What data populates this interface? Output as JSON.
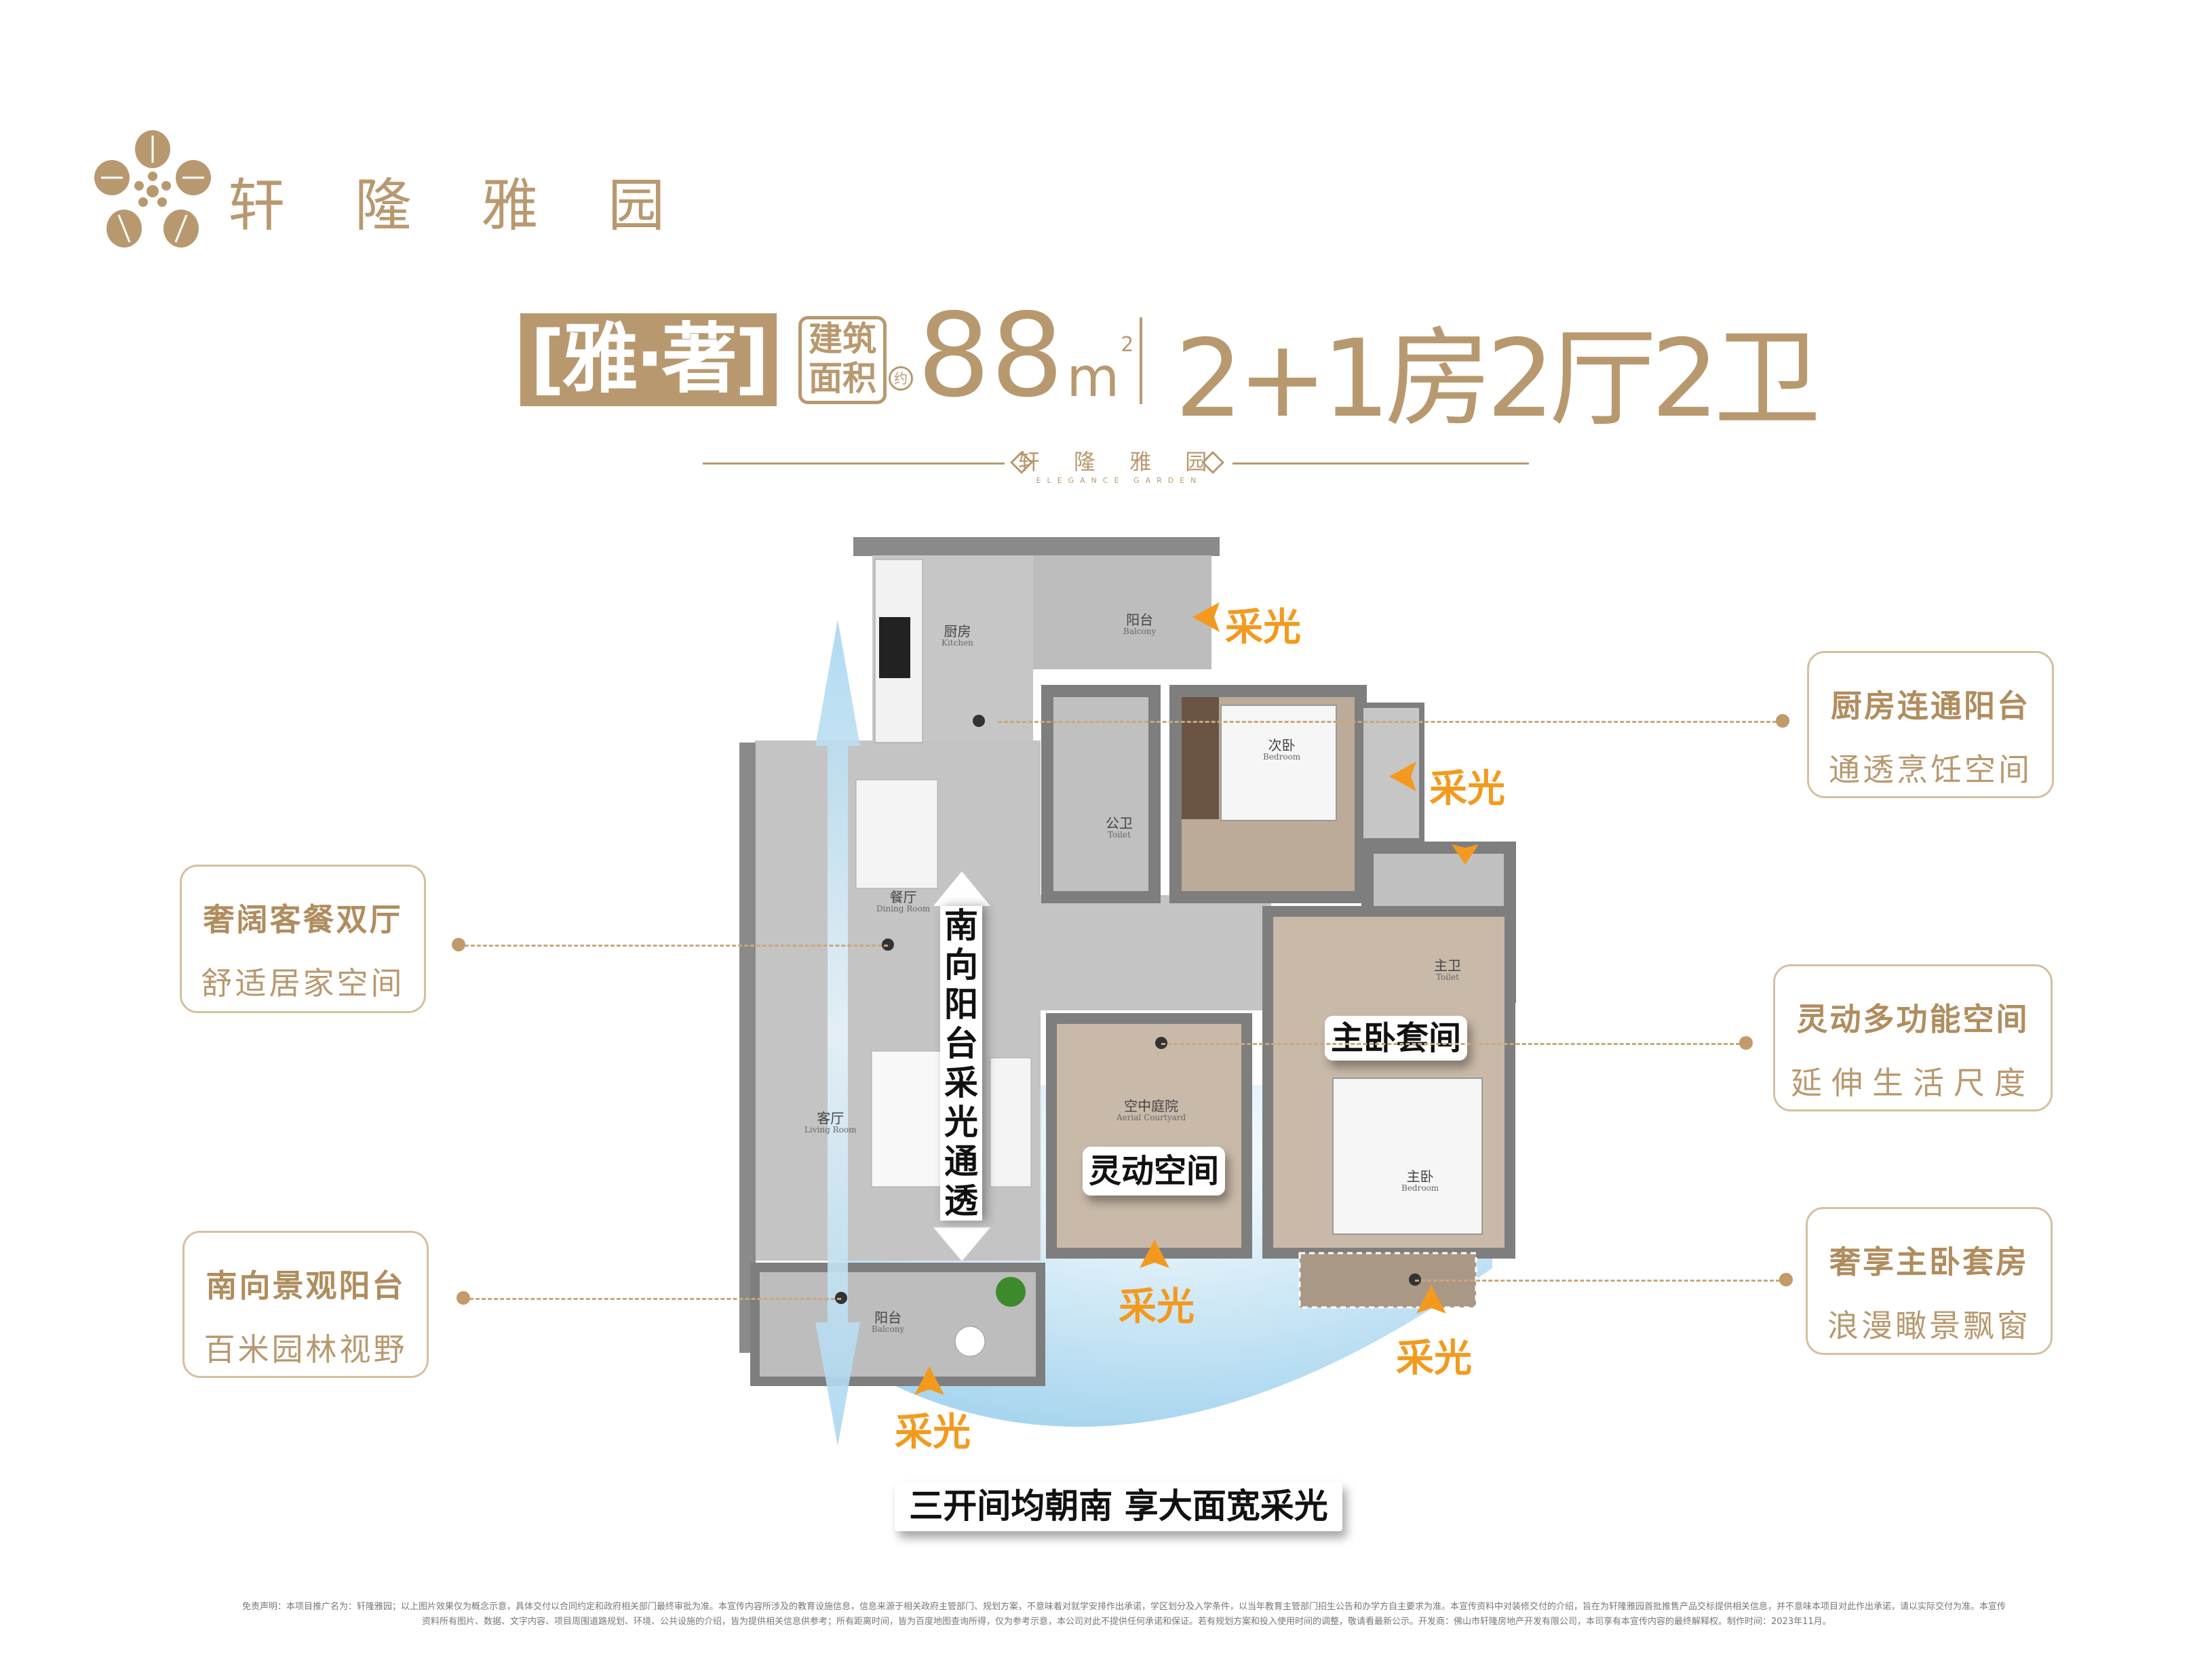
{
  "brand": {
    "name": "轩 隆 雅 园",
    "sub_name": "轩 隆 雅 园",
    "sub_name_en": "ELEGANCE GARDEN",
    "color": "#b8996f"
  },
  "headline": {
    "series": "[雅·著]",
    "area_label_1": "建筑",
    "area_label_2": "面积",
    "approx": "约",
    "area_value": "88",
    "area_unit": "m",
    "area_sup": "2",
    "layout": "2+1房2厅2卫"
  },
  "callouts": [
    {
      "title": "厨房连通阳台",
      "subtitle": "通透烹饪空间"
    },
    {
      "title": "奢阔客餐双厅",
      "subtitle": "舒适居家空间"
    },
    {
      "title": "灵动多功能空间",
      "subtitle": "延伸生活尺度"
    },
    {
      "title": "南向景观阳台",
      "subtitle": "百米园林视野"
    },
    {
      "title": "奢享主卧套房",
      "subtitle": "浪漫瞰景飘窗"
    }
  ],
  "rooms": {
    "kitchen": {
      "cn": "厨房",
      "en": "Kitchen"
    },
    "north_balcony": {
      "cn": "阳台",
      "en": "Balcony"
    },
    "second_bedroom": {
      "cn": "次卧",
      "en": "Bedroom"
    },
    "public_toilet": {
      "cn": "公卫",
      "en": "Toilet"
    },
    "master_toilet": {
      "cn": "主卫",
      "en": "Toilet"
    },
    "dining": {
      "cn": "餐厅",
      "en": "Dining Room"
    },
    "living": {
      "cn": "客厅",
      "en": "Living Room"
    },
    "courtyard": {
      "cn": "空中庭院",
      "en": "Aerial Courtyard"
    },
    "master_bedroom": {
      "cn": "主卧",
      "en": "Bedroom"
    },
    "south_balcony": {
      "cn": "阳台",
      "en": "Balcony"
    }
  },
  "annotations": {
    "light": "采光",
    "light_color": "#f39a1e",
    "master_suite": "主卧套间",
    "flex_space": "灵动空间",
    "south_light": "南向阳台采光通透",
    "caption": "三开间均朝南 享大面宽采光"
  },
  "footer": {
    "line1": "免责声明：本项目推广名为：轩隆雅园；以上图片效果仅为概念示意，具体交付以合同约定和政府相关部门最终审批为准。本宣传内容所涉及的教育设施信息，信息来源于相关政府主管部门、规划方案，不意味着对就学安排作出承诺，学区划分及入学条件，以当年教育主管部门招生公告和办学方自主要求为准。本宣传资料中对装修交付的介绍，旨在为轩隆雅园首批推售产品交标提供相关信息，并不意味本项目对此作出承诺，请以实际交付为准。本宣传",
    "line2": "资料所有图片、数据、文字内容、项目周围道路规划、环境、公共设施的介绍，皆为提供相关信息供参考；所有距离时间，皆为百度地图查询所得，仅为参考示意，本公司对此不提供任何承诺和保证。若有规划方案和投入使用时间的调整，敬请看最新公示。开发商：佛山市轩隆房地产开发有限公司，本司享有本宣传内容的最终解释权。制作时间：2023年11月。"
  }
}
